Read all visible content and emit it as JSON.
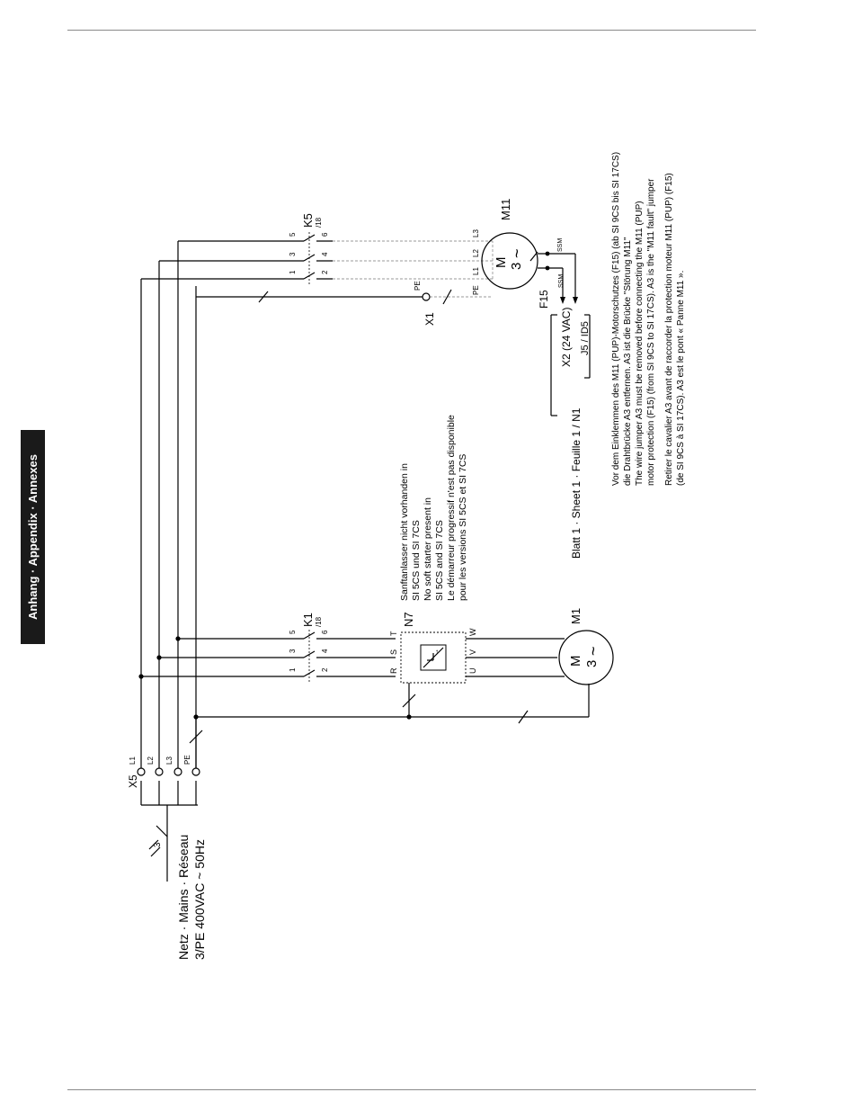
{
  "sidetab": {
    "label": "Anhang · Appendix · Annexes"
  },
  "mains": {
    "line1": "Netz · Mains · Réseau",
    "line2": "3/PE 400VAC ~ 50Hz",
    "terminal_name": "X5",
    "terminals": [
      "L1",
      "L2",
      "L3",
      "PE"
    ]
  },
  "k1": {
    "name": "K1",
    "ref": "/18",
    "pins_top": [
      "1",
      "3",
      "5"
    ],
    "pins_bottom": [
      "2",
      "4",
      "6"
    ]
  },
  "k5": {
    "name": "K5",
    "ref": "/18",
    "pins_top": [
      "1",
      "3",
      "5"
    ],
    "pins_bottom": [
      "2",
      "4",
      "6"
    ]
  },
  "n7": {
    "name": "N7",
    "inputs": [
      "R",
      "S",
      "T"
    ],
    "outputs": [
      "U",
      "V",
      "W"
    ]
  },
  "m1": {
    "name": "M1",
    "symbol_m": "M",
    "symbol_3": "3",
    "tilde": "~"
  },
  "m11": {
    "name": "M11",
    "symbol_m": "M",
    "symbol_3": "3",
    "tilde": "~",
    "terminals": [
      "L3",
      "L2",
      "L1",
      "PE"
    ]
  },
  "x1": {
    "name": "X1",
    "terminal": "PE"
  },
  "f15": {
    "name": "F15",
    "ssm_a": "SSM",
    "ssm_b": "SSM"
  },
  "soft_starter_note": [
    "Sanftanlasser nicht vorhanden in",
    "SI 5CS und SI 7CS",
    "No soft starter present in",
    "SI 5CS and SI 7CS",
    "Le démarreur progressif n'est pas disponible",
    "pour les versions SI 5CS et SI 7CS"
  ],
  "sheet": {
    "label": "Blatt 1 · Sheet 1 · Feuille 1  /  N1",
    "x2": "X2 (24 VAC)",
    "j5": "J5 / ID5"
  },
  "m11_note": [
    "Vor dem Einklemmen des M11 (PUP)-Motorschutzes (F15) (ab SI 9CS bis SI 17CS)",
    "die Drahtbrücke A3 entfernen. A3 ist die Brücke \"Störung M11\"",
    "The wire jumper A3 must be removed before connecting the M11 (PUP)",
    "motor protection (F15) (from SI 9CS to SI 17CS). A3 is the \"M11 fault\" jumper",
    "Retirer le cavalier A3 avant de raccorder la protection moteur M11 (PUP) (F15)",
    "(de SI 9CS à SI 17CS). A3 est le pont « Panne M11 »."
  ]
}
